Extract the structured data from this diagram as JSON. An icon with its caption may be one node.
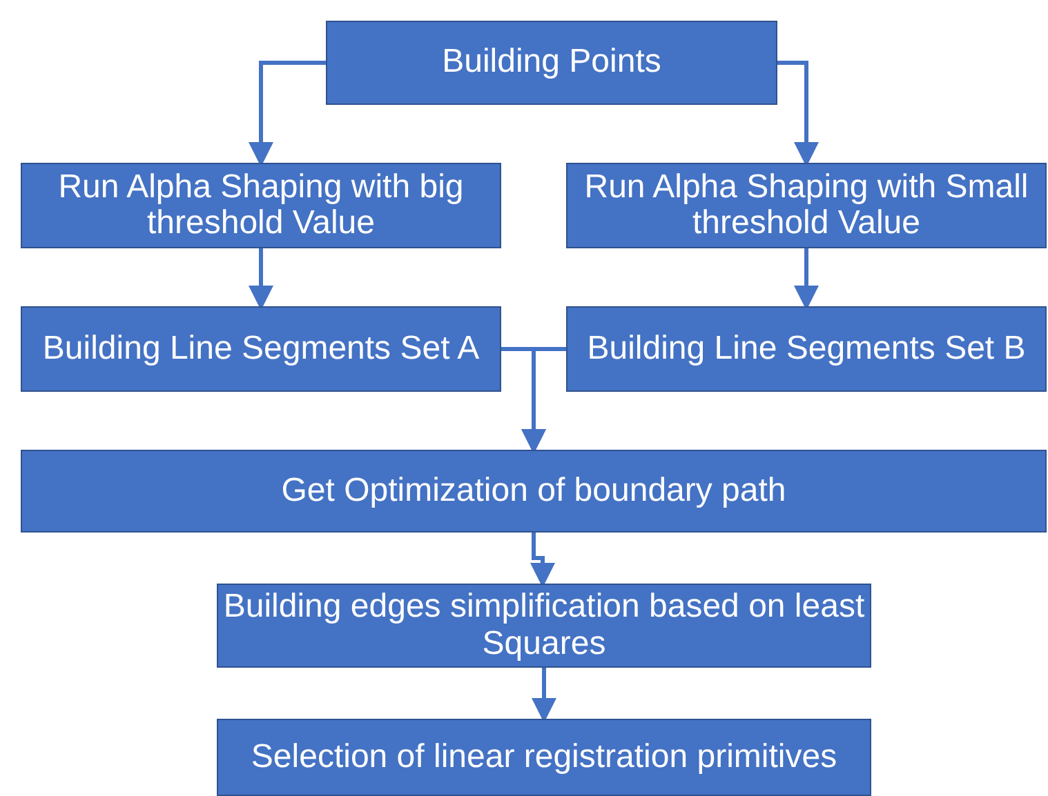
{
  "diagram": {
    "nodes": [
      {
        "text": [
          "Building Points"
        ]
      },
      {
        "text": [
          "Run Alpha Shaping with big threshold Value"
        ]
      },
      {
        "text": [
          "Run Alpha Shaping with Small threshold Value"
        ]
      },
      {
        "text": [
          "Building Line Segments Set A"
        ]
      },
      {
        "text": [
          "Building Line Segments Set B"
        ]
      },
      {
        "text": [
          "Get Optimization of boundary path"
        ]
      },
      {
        "text": [
          "Building edges simplification based on least Squares"
        ]
      },
      {
        "text": [
          "Selection of linear registration primitives"
        ]
      }
    ],
    "edges": [
      {
        "from": 0,
        "to": 1,
        "arrow": "to"
      },
      {
        "from": 0,
        "to": 2,
        "arrow": "to"
      },
      {
        "from": 1,
        "to": 3,
        "arrow": "to"
      },
      {
        "from": 2,
        "to": 4,
        "arrow": "to"
      },
      {
        "from": 3,
        "to": 5,
        "arrow": "to"
      },
      {
        "from": 4,
        "to": 5,
        "arrow": "to"
      },
      {
        "from": 5,
        "to": 6,
        "arrow": "to"
      },
      {
        "from": 6,
        "to": 7,
        "arrow": "to"
      }
    ]
  }
}
